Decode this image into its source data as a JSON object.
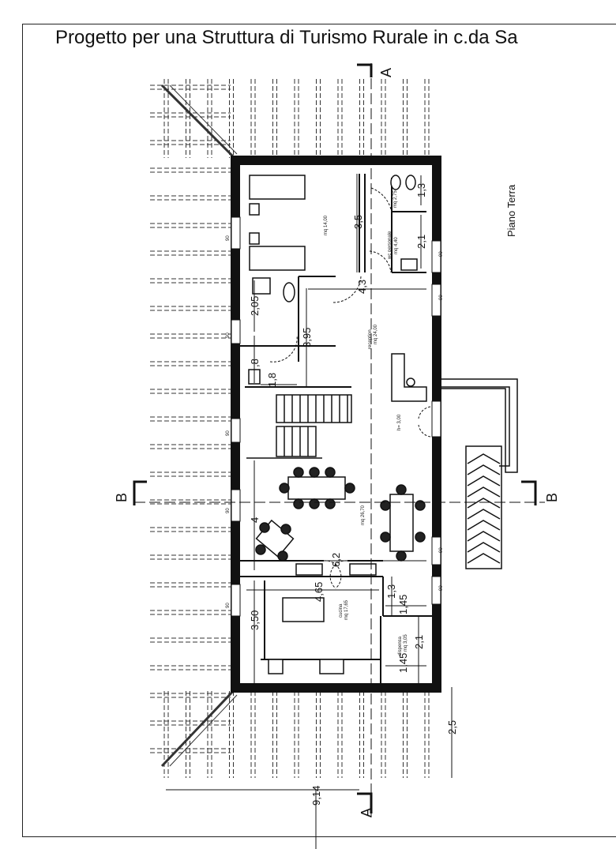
{
  "title": "Progetto per una Struttura di Turismo Rurale in c.da Sa",
  "floor_label": "Piano Terra",
  "sections": {
    "a_top": "A",
    "a_bottom": "A",
    "b_left": "B",
    "b_right": "B"
  },
  "rooms": {
    "bedroom_area": "mq 14,00",
    "wc_name": "wc personale",
    "wc_area": "mq 4,40",
    "bath_area": "mq 2,75",
    "reception_name": "reception",
    "reception_area": "mq 24,00",
    "height": "h= 3,00",
    "dining_area": "mq 26,70",
    "kitchen_name": "cucina",
    "kitchen_area": "mq 17,65",
    "pantry_name": "dispensa",
    "pantry_area": "mq 3,05"
  },
  "dimensions": {
    "d1": "3,5",
    "d2": "1,3",
    "d3": "2,1",
    "d4": "4,3",
    "d5": "2,05",
    "d6": "3,95",
    "d7": ",8",
    "d8": "1,8",
    "d9": "4",
    "d10": "6,2",
    "d11": "4,65",
    "d12": "1,3",
    "d13": "1,45",
    "d14": "3,50",
    "d15": "2,1",
    "d16": "1,45",
    "d17": "2,5",
    "d18": "9,14"
  },
  "window_mark": "90"
}
